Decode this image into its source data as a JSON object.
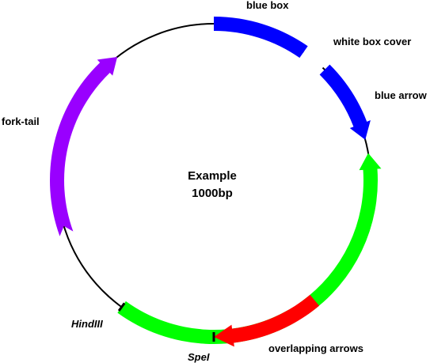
{
  "plasmid": {
    "name": "Example",
    "size_label": "1000bp",
    "backbone_color": "#000000"
  },
  "features": [
    {
      "id": "blue-box",
      "label": "blue box",
      "shape": "box",
      "color": "#0000ff"
    },
    {
      "id": "white-box-cover",
      "label": "white box cover",
      "shape": "gap",
      "color": "#ffffff"
    },
    {
      "id": "blue-arrow",
      "label": "blue arrow",
      "shape": "arrow-cw",
      "color": "#0000ff"
    },
    {
      "id": "green-arrow",
      "label": "",
      "shape": "arrow-ccw",
      "color": "#00ff00"
    },
    {
      "id": "green-box",
      "label": "",
      "shape": "box",
      "color": "#00ff00"
    },
    {
      "id": "red-arrow",
      "label": "overlapping arrows",
      "shape": "arrow-cw",
      "color": "#ff0000"
    },
    {
      "id": "fork-tail",
      "label": "fork-tail",
      "shape": "fork-arrow-cw",
      "color": "#9900ff"
    }
  ],
  "sites": [
    {
      "id": "hindiii",
      "label": "HindIII"
    },
    {
      "id": "spei",
      "label": "SpeI"
    }
  ]
}
